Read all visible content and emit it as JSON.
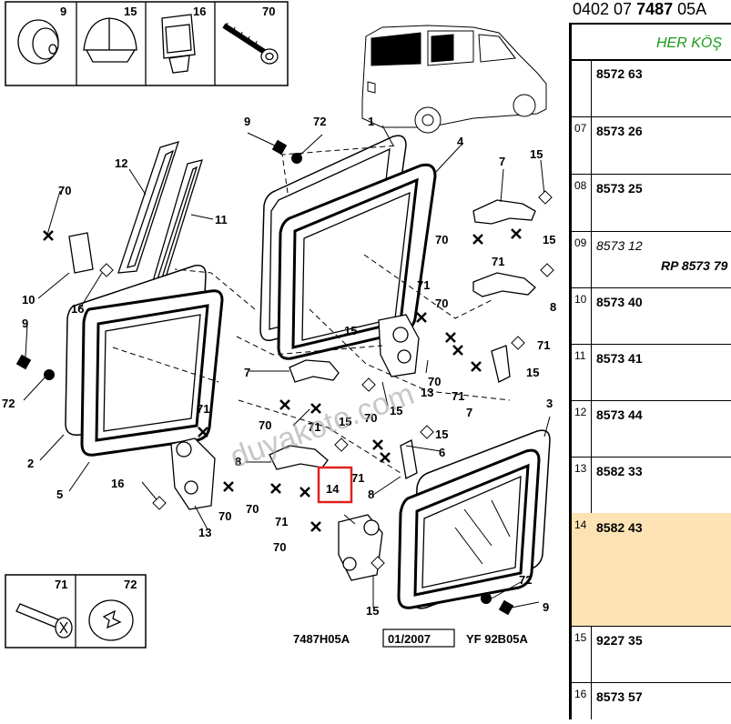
{
  "header": {
    "ref_prefix": "0402 07 ",
    "ref_bold": "7487",
    "ref_suffix": " 05A",
    "subtitle": "HER KÖŞ"
  },
  "legend_top": [
    "9",
    "15",
    "16",
    "70"
  ],
  "legend_bottom": [
    "71",
    "72"
  ],
  "callouts": [
    "1",
    "2",
    "3",
    "4",
    "5",
    "6",
    "7",
    "8",
    "9",
    "10",
    "11",
    "12",
    "13",
    "14",
    "15",
    "16",
    "70",
    "71",
    "72"
  ],
  "footer": {
    "code": "7487H05A",
    "date": "01/2007",
    "ref": "YF 92B05A"
  },
  "watermark": "duyakoto.com",
  "parts": [
    {
      "num": "",
      "part": "8572 63"
    },
    {
      "num": "07",
      "part": "8573 26"
    },
    {
      "num": "08",
      "part": "8573 25"
    },
    {
      "num": "09",
      "part": "8573 12",
      "rp": "RP 8573 79"
    },
    {
      "num": "10",
      "part": "8573 40"
    },
    {
      "num": "11",
      "part": "8573 41"
    },
    {
      "num": "12",
      "part": "8573 44"
    },
    {
      "num": "13",
      "part": "8582 33"
    },
    {
      "num": "14",
      "part": "8582 43"
    },
    {
      "num": "15",
      "part": "9227 35"
    },
    {
      "num": "16",
      "part": "8573 57"
    }
  ],
  "colors": {
    "highlight_row": "#fde3b3",
    "highlight_box": "#e02020",
    "subtitle": "#1a9a1a"
  }
}
